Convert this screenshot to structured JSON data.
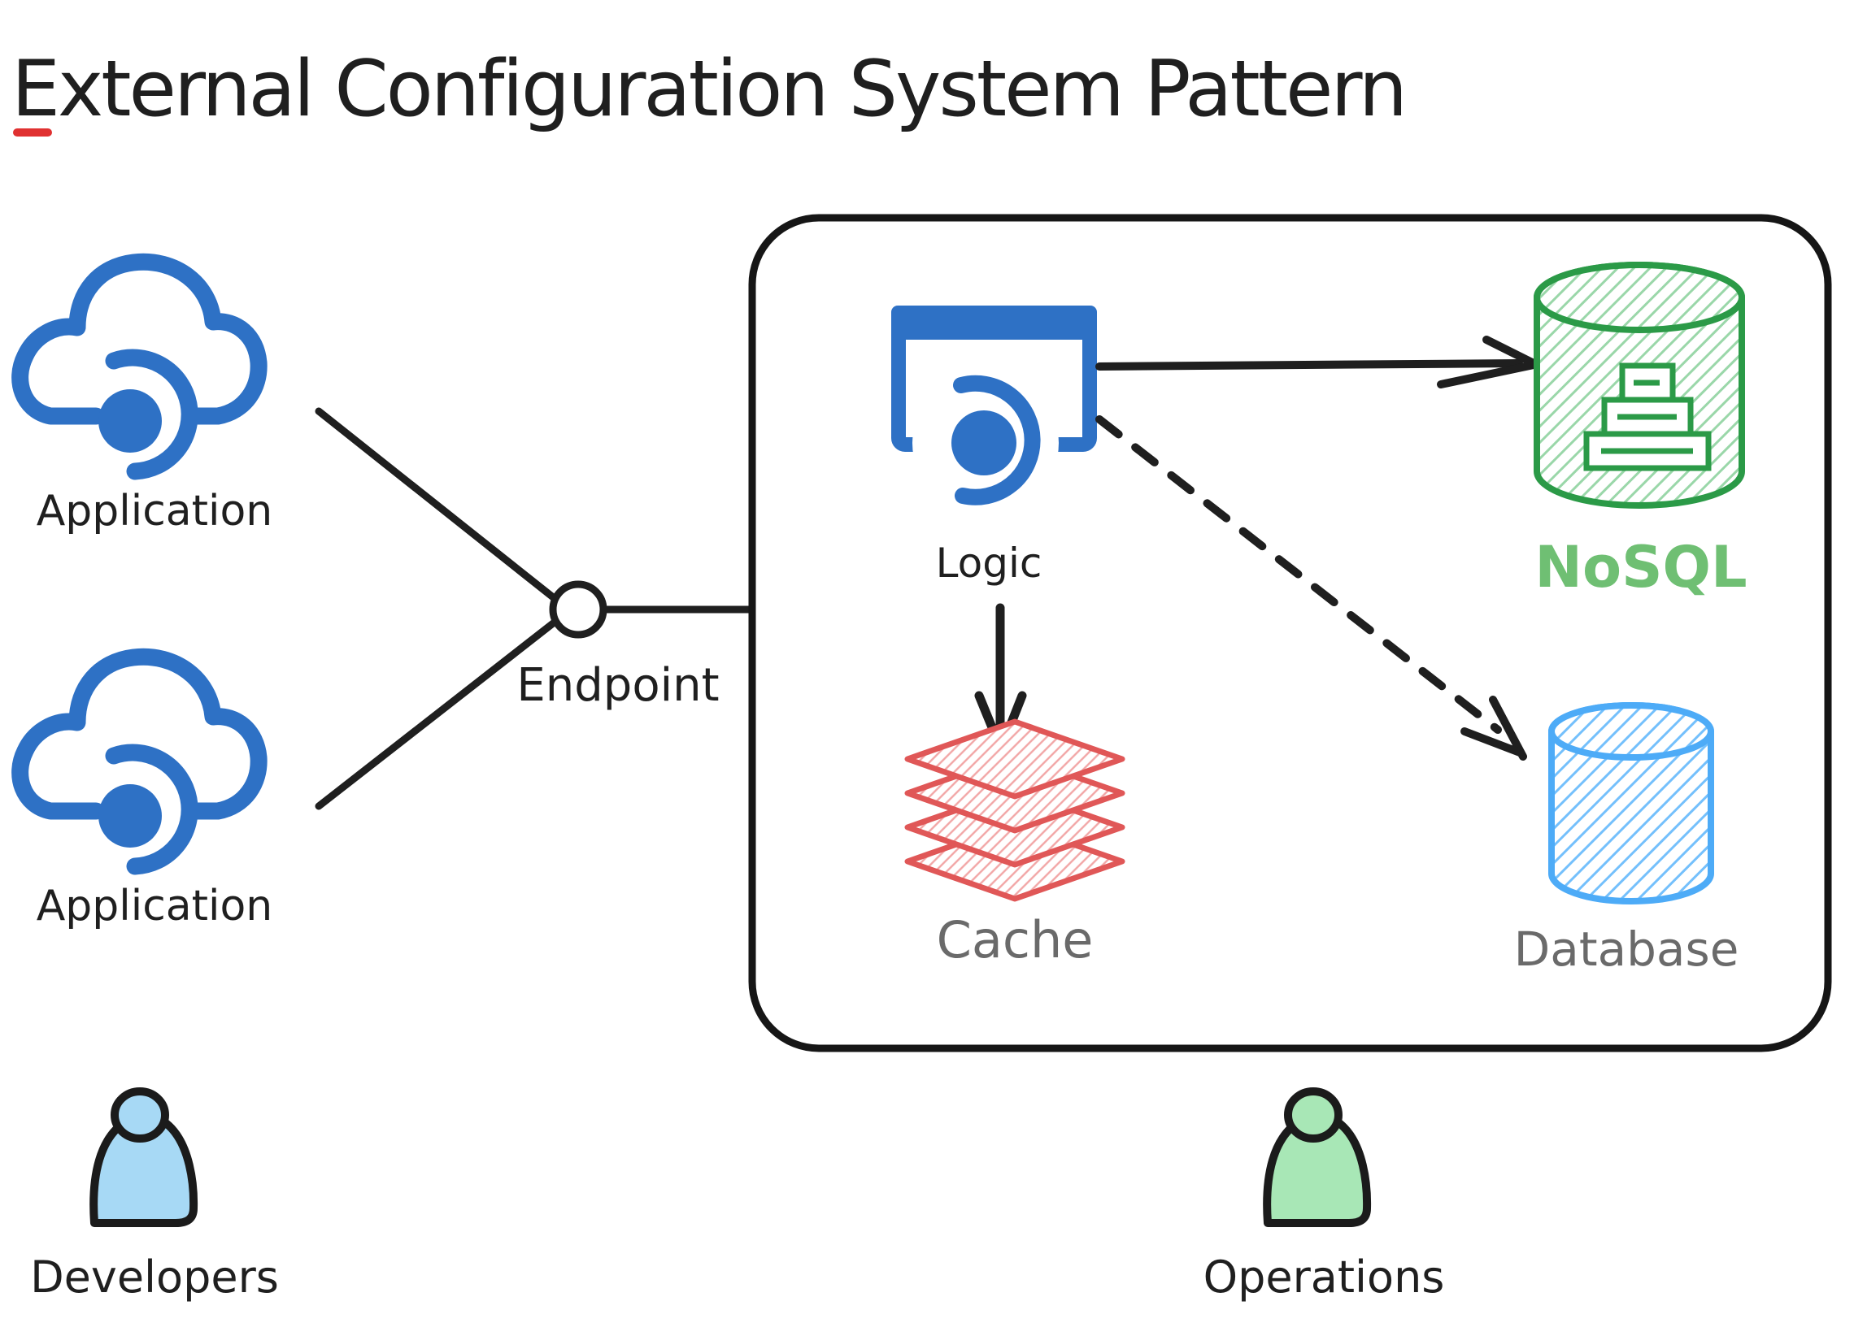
{
  "title": {
    "text": "External Configuration System Pattern",
    "underline_color": "#e03131"
  },
  "nodes": {
    "application_top": {
      "label": "Application"
    },
    "application_bottom": {
      "label": "Application"
    },
    "endpoint": {
      "label": "Endpoint"
    },
    "logic": {
      "label": "Logic"
    },
    "nosql": {
      "label": "NoSQL"
    },
    "cache": {
      "label": "Cache"
    },
    "database": {
      "label": "Database"
    },
    "developers": {
      "label": "Developers"
    },
    "operations": {
      "label": "Operations"
    }
  },
  "edges": [
    {
      "from": "application_top",
      "to": "endpoint",
      "style": "solid-line"
    },
    {
      "from": "application_bottom",
      "to": "endpoint",
      "style": "solid-line"
    },
    {
      "from": "endpoint",
      "to": "system-boundary",
      "style": "solid-line"
    },
    {
      "from": "logic",
      "to": "nosql",
      "style": "solid-arrow"
    },
    {
      "from": "logic",
      "to": "cache",
      "style": "solid-arrow"
    },
    {
      "from": "logic",
      "to": "database",
      "style": "dashed-arrow"
    }
  ],
  "colors": {
    "azure_blue": "#2e71c5",
    "database_blue": "#4dabf7",
    "database_hatch": "#74c0fc",
    "nosql_green": "#2b9a47",
    "nosql_hatch": "#9ad7a9",
    "nosql_label_green": "#6fbf73",
    "cache_red": "#e05757",
    "cache_hatch": "#f2a6a6",
    "label_gray": "#6a6a6a",
    "ink_black": "#1f1f1f",
    "underline_red": "#e03131",
    "developers_fill": "#a7d9f5",
    "operations_fill": "#a8e7b6"
  }
}
